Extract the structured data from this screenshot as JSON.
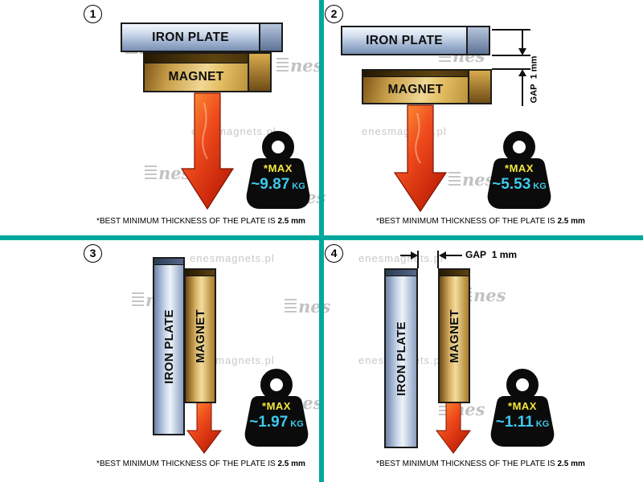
{
  "colors": {
    "divider": "#00A79D",
    "max_label": "#f4e73a",
    "value": "#3ec9ec",
    "arrow": "#ee4a1c"
  },
  "watermarks": {
    "site": "enesmagnets.pl",
    "logo_text": "nes"
  },
  "caption": {
    "text": "*BEST MINIMUM THICKNESS OF THE PLATE IS",
    "bold": "2.5 mm"
  },
  "panels": [
    {
      "number": "1",
      "plate_label": "IRON PLATE",
      "magnet_label": "MAGNET",
      "weight": {
        "max": "*MAX",
        "value": "~9.87",
        "unit": "KG"
      }
    },
    {
      "number": "2",
      "plate_label": "IRON PLATE",
      "magnet_label": "MAGNET",
      "gap": {
        "word": "GAP",
        "value": "1 mm"
      },
      "weight": {
        "max": "*MAX",
        "value": "~5.53",
        "unit": "KG"
      }
    },
    {
      "number": "3",
      "plate_label": "IRON PLATE",
      "magnet_label": "MAGNET",
      "weight": {
        "max": "*MAX",
        "value": "~1.97",
        "unit": "KG"
      }
    },
    {
      "number": "4",
      "plate_label": "IRON PLATE",
      "magnet_label": "MAGNET",
      "gap": {
        "word": "GAP",
        "value": "1 mm"
      },
      "weight": {
        "max": "*MAX",
        "value": "~1.11",
        "unit": "KG"
      }
    }
  ]
}
